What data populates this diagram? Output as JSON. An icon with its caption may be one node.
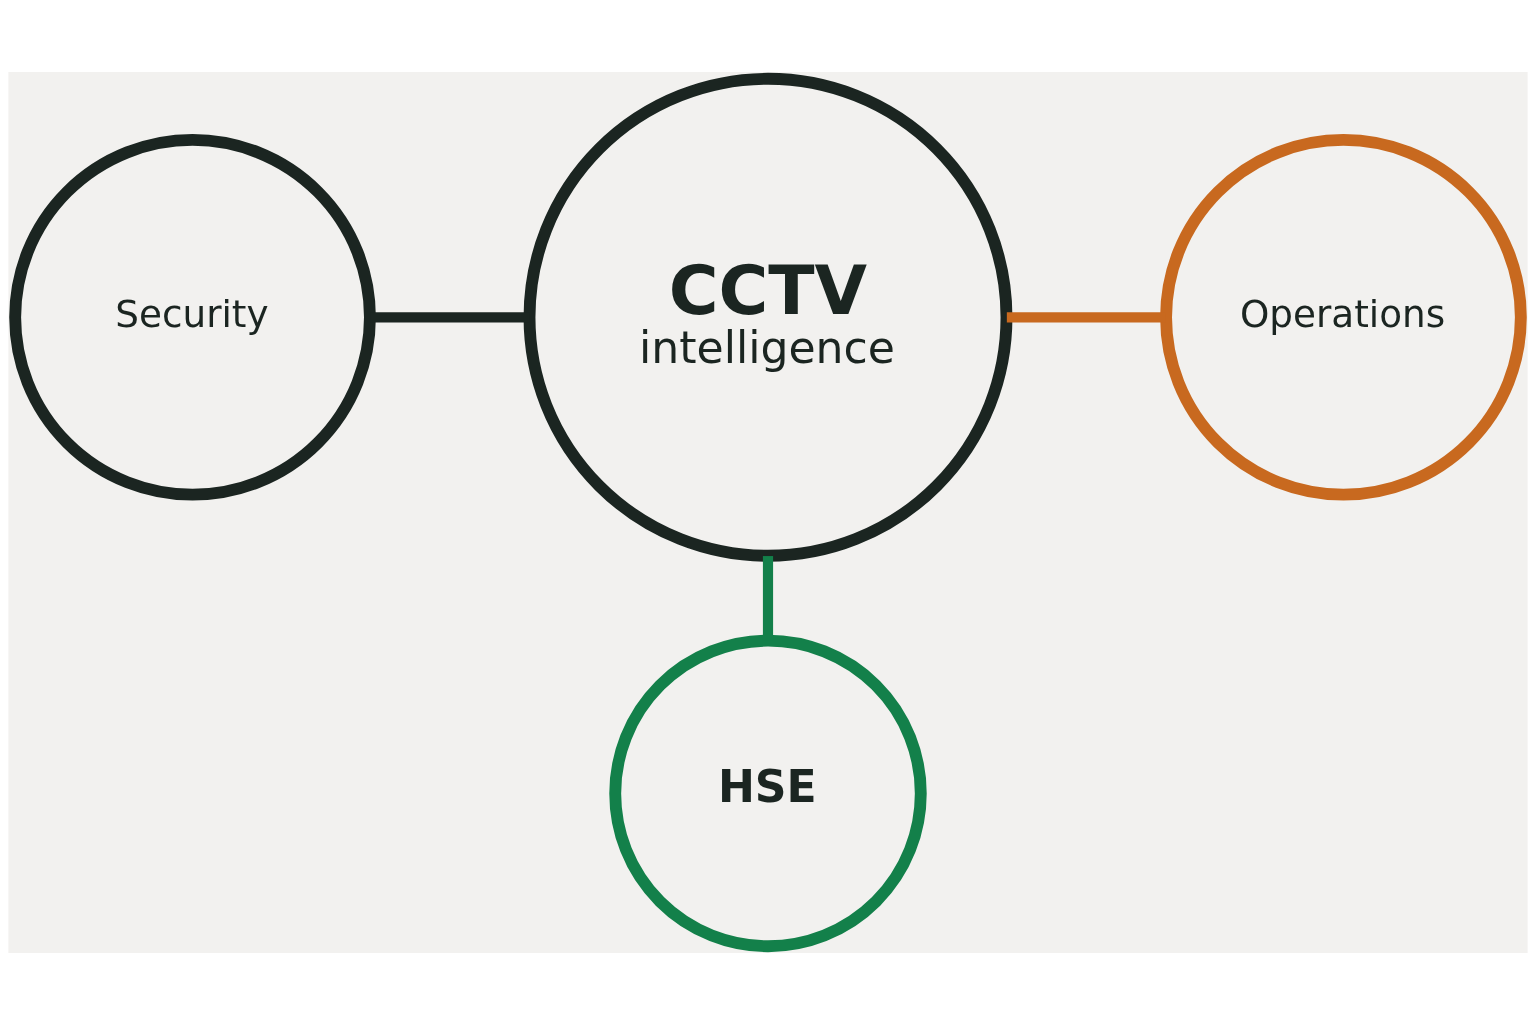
{
  "diagram": {
    "nodes": [
      {
        "text": [
          "Security"
        ]
      },
      {
        "text": [
          "CCTV",
          "intelligence"
        ]
      },
      {
        "text": [
          "Operations"
        ]
      },
      {
        "text": [
          "HSE"
        ]
      }
    ],
    "edges": [
      {
        "from": 0,
        "to": 1,
        "arrow": "none",
        "color": "#1b2521"
      },
      {
        "from": 1,
        "to": 2,
        "arrow": "none",
        "color": "#c8691f"
      },
      {
        "from": 1,
        "to": 3,
        "arrow": "none",
        "color": "#13804a"
      }
    ]
  }
}
